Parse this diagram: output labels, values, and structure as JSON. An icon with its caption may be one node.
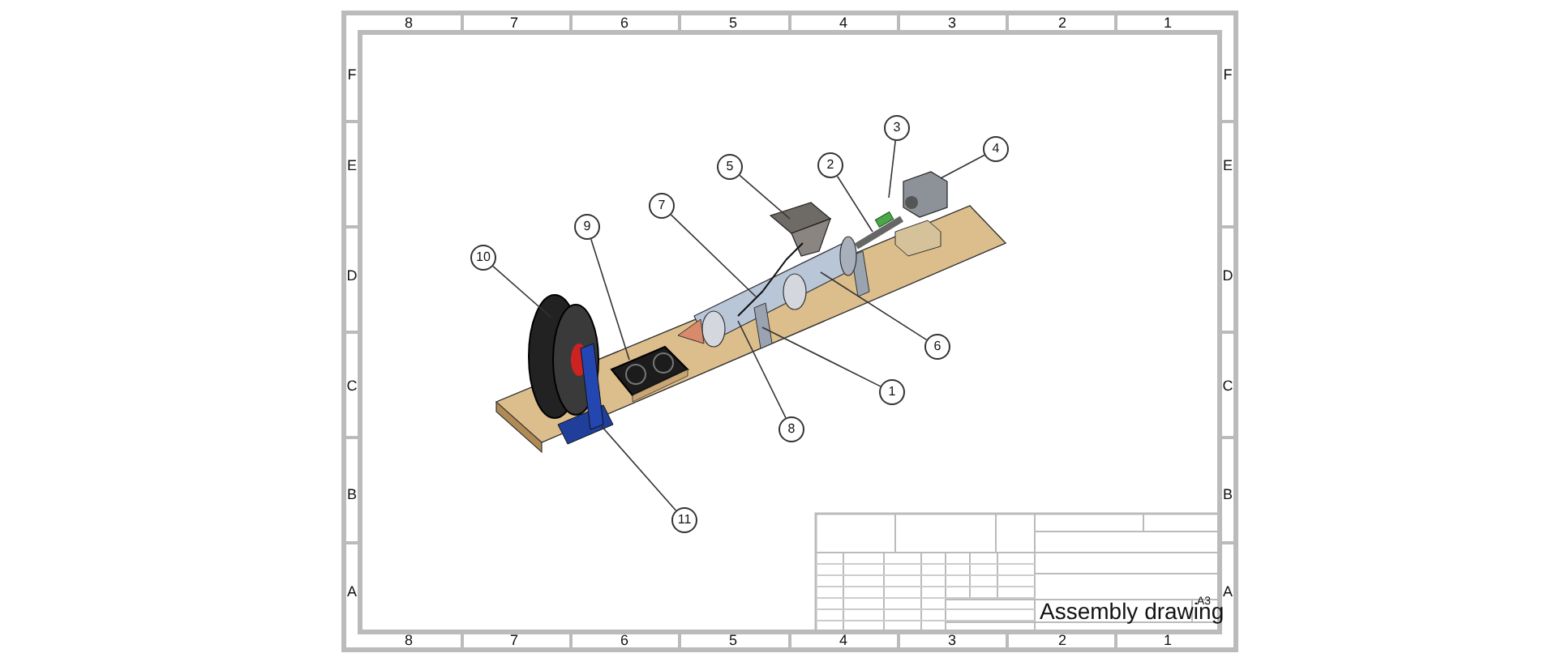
{
  "diagram": {
    "nodes": [
      {
        "text": [
          "3"
        ]
      },
      {
        "text": [
          "4"
        ]
      },
      {
        "text": [
          "5"
        ]
      },
      {
        "text": [
          "2"
        ]
      },
      {
        "text": [
          "7"
        ]
      },
      {
        "text": [
          "9"
        ]
      },
      {
        "text": [
          "10"
        ]
      },
      {
        "text": [
          "6"
        ]
      },
      {
        "text": [
          "1"
        ]
      },
      {
        "text": [
          "8"
        ]
      },
      {
        "text": [
          "11"
        ]
      }
    ],
    "edges": [
      {
        "from": 0,
        "to": null,
        "arrow": "none"
      },
      {
        "from": 1,
        "to": null,
        "arrow": "none"
      },
      {
        "from": 2,
        "to": null,
        "arrow": "none"
      },
      {
        "from": 3,
        "to": null,
        "arrow": "none"
      },
      {
        "from": 4,
        "to": null,
        "arrow": "none"
      },
      {
        "from": 5,
        "to": null,
        "arrow": "none"
      },
      {
        "from": 6,
        "to": null,
        "arrow": "none"
      },
      {
        "from": 7,
        "to": null,
        "arrow": "none"
      },
      {
        "from": 8,
        "to": null,
        "arrow": "none"
      },
      {
        "from": 9,
        "to": null,
        "arrow": "none"
      },
      {
        "from": 10,
        "to": null,
        "arrow": "none"
      }
    ],
    "labels": [
      "8",
      "7",
      "6",
      "5",
      "4",
      "3",
      "2",
      "1",
      "F",
      "F",
      "E",
      "E",
      "D",
      "D",
      "C",
      "C",
      "B",
      "B",
      "A",
      "A",
      "Assembly drawing",
      "A3",
      "8",
      "7",
      "6",
      "5",
      "4",
      "3",
      "2",
      "1"
    ]
  }
}
